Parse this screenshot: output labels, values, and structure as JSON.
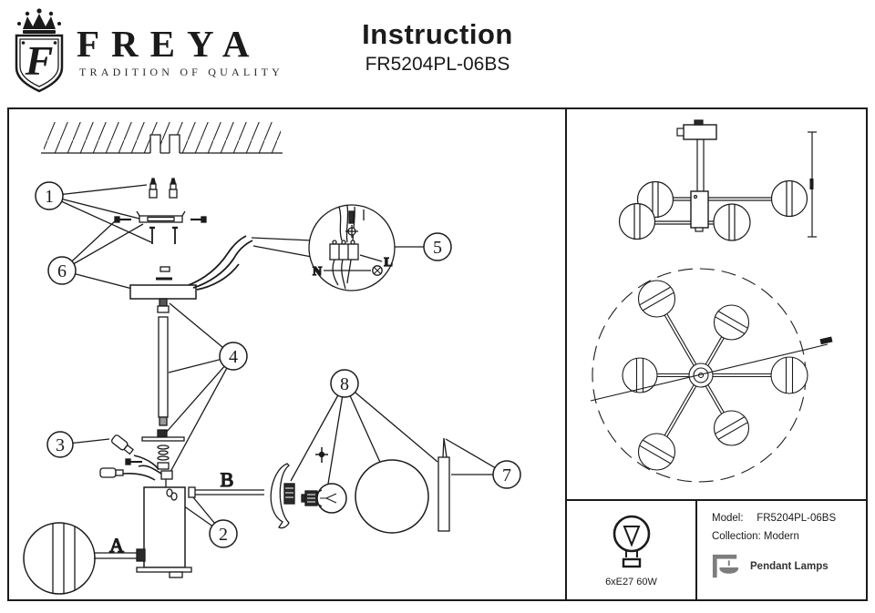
{
  "header": {
    "brand": "FREYA",
    "tagline": "TRADITION OF QUALITY",
    "logo_letter": "F",
    "title": "Instruction",
    "model": "FR5204PL-06BS"
  },
  "callouts": {
    "n1": "1",
    "n2": "2",
    "n3": "3",
    "n4": "4",
    "n5": "5",
    "n6": "6",
    "n7": "7",
    "n8": "8"
  },
  "part_labels": {
    "arm_a": "A",
    "arm_b": "B"
  },
  "wiring": {
    "neutral": "N",
    "live": "L"
  },
  "info": {
    "model_label": "Model:",
    "model_value": "FR5204PL-06BS",
    "collection_label": "Collection:",
    "collection_value": "Modern",
    "category": "Pendant Lamps",
    "bulb_spec": "6xE27 60W"
  },
  "colors": {
    "line": "#1b1b1b",
    "icon_gray": "#7d7d7d"
  }
}
